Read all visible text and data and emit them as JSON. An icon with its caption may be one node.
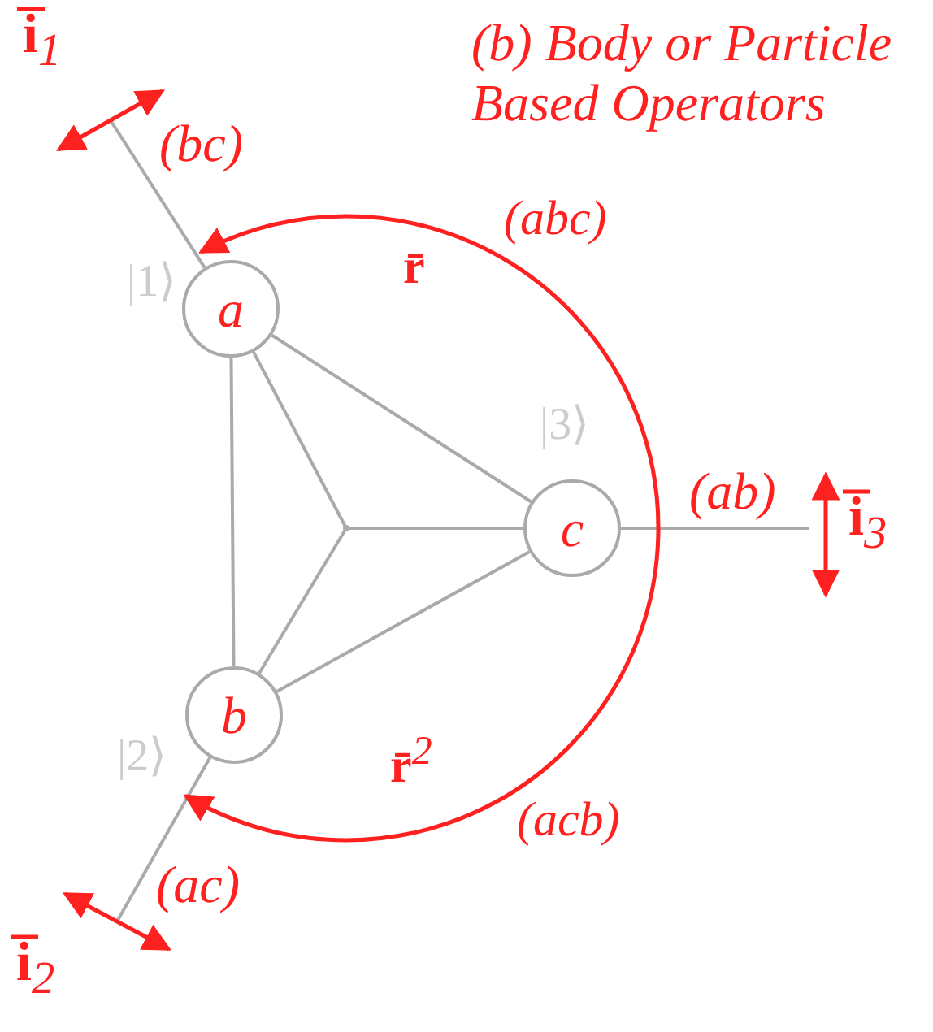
{
  "diagram": {
    "title": "(b) Body or Particle Based Operators",
    "nodes": [
      {
        "text": [
          "a"
        ],
        "beside": [
          "|1⟩"
        ]
      },
      {
        "text": [
          "b"
        ],
        "beside": [
          "|2⟩"
        ]
      },
      {
        "text": [
          "c"
        ],
        "beside": [
          "|3⟩"
        ]
      },
      {
        "text": [],
        "shape": "point"
      }
    ],
    "edges": [
      {
        "from": 0,
        "to": 1,
        "arrow": "none"
      },
      {
        "from": 0,
        "to": 2,
        "arrow": "none"
      },
      {
        "from": 1,
        "to": 2,
        "arrow": "none"
      },
      {
        "from": 0,
        "to": 3,
        "arrow": "none"
      },
      {
        "from": 1,
        "to": 3,
        "arrow": "none"
      },
      {
        "from": 2,
        "to": 3,
        "arrow": "none"
      },
      {
        "from": 0,
        "to": null,
        "arrow": "none",
        "label": "(bc)"
      },
      {
        "from": 1,
        "to": null,
        "arrow": "none",
        "label": "(ac)"
      },
      {
        "from": 2,
        "to": null,
        "arrow": "none",
        "label": "(ab)"
      },
      {
        "from": 1,
        "to": 0,
        "arrow": "both",
        "color": "#ff2020"
      }
    ],
    "labels": [
      "**i̅**$_{1}$",
      "(abc)",
      "r̄",
      "**i̅**$_{3}$",
      "**r̄**$^{2}$",
      "(acb)",
      "**i̅**$_{2}$"
    ]
  }
}
